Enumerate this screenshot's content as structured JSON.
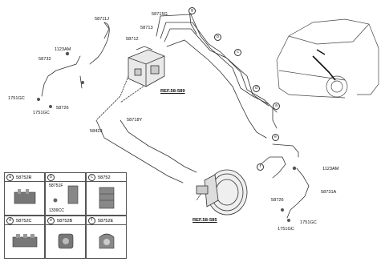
{
  "labels": {
    "p58711J": "58711J",
    "p58715G": "58715G",
    "p58713": "58713",
    "p58712": "58712",
    "p1123AM_top": "1123AM",
    "p58732": "58732",
    "p1751GC_left": "1751GC",
    "p58726_left": "58726",
    "p1751GC_left2": "1751GC",
    "p58423": "58423",
    "p58718Y": "58718Y",
    "p1123AM_right": "1123AM",
    "p58731A": "58731A",
    "p58726_right": "58726",
    "p1751GC_right1": "1751GC",
    "p1751GC_right2": "1751GC"
  },
  "refs": {
    "ref_abs": "REF.58-589",
    "ref_booster": "REF.58-585"
  },
  "callouts": [
    "a",
    "b",
    "c",
    "d",
    "e",
    "f",
    "g"
  ],
  "parts_table": [
    {
      "letter": "a",
      "part": "58752R"
    },
    {
      "letter": "b",
      "part": "",
      "extra": [
        "58751F",
        "1339CC"
      ]
    },
    {
      "letter": "c",
      "part": "58752"
    },
    {
      "letter": "d",
      "part": "58752C"
    },
    {
      "letter": "e",
      "part": "58752B"
    },
    {
      "letter": "f",
      "part": "58752E"
    }
  ]
}
